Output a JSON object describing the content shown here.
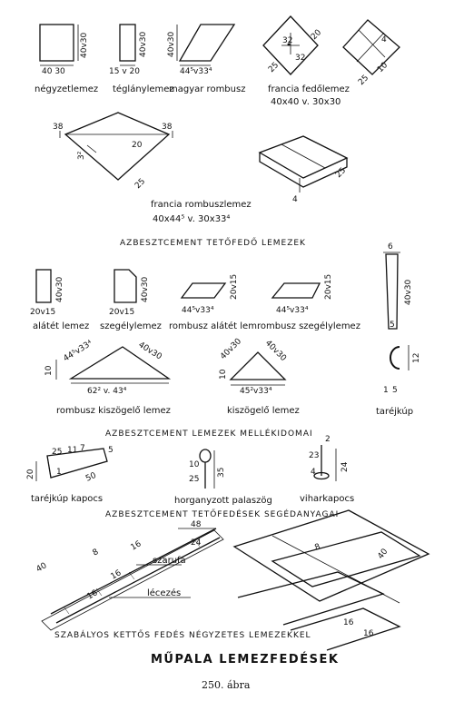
{
  "sections": {
    "tile_heading": "AZBESZTCEMENT TETŐFEDŐ LEMEZEK",
    "accessory_heading": "AZBESZTCEMENT LEMEZEK MELLÉKIDOMAI",
    "material_heading": "AZBESZTCEMENT TETŐFEDÉSEK SEGÉDANYAGAI",
    "roof_caption": "SZABÁLYOS KETTŐS FEDÉS NÉGYZETES LEMEZEKKEL",
    "main_title": "MŰPALA LEMEZFEDÉSEK",
    "figure_number": "250. ábra"
  },
  "labels": {
    "square": "négyzetlemez",
    "rect": "téglánylemez",
    "rhombus": "magyar rombusz",
    "french1": "francia fedőlemez",
    "french1_size": "40x40 v. 30x30",
    "french2": "francia rombuszlemez",
    "french2_size": "40x44⁵ v. 30x33⁴",
    "alatet": "alátét lemez",
    "szegely": "szegélylemez",
    "rombalatet": "rombusz alátét lem.",
    "rombszegely": "rombusz szegélylemez",
    "rombkisz": "rombusz kiszögelő lemez",
    "kisz": "kiszögelő lemez",
    "tarejkup": "taréjkúp",
    "kapocs": "taréjkúp kapocs",
    "szog": "horganyzott palaszög",
    "vihar": "viharkapocs",
    "szarufa": "szarufa",
    "lecezes": "lécezés"
  },
  "dims": {
    "sq_w": "40 30",
    "sq_h": "40v30",
    "re_w": "15 v 20",
    "re_h": "40v30",
    "rh_w": "44⁵v33⁴",
    "rh_h": "40v30",
    "f1_a": "32",
    "f1_b": "32",
    "f1_c": "20",
    "f1_d": "25",
    "f1_e": "4",
    "f1_f": "10",
    "f1_g": "25",
    "f2_a": "38",
    "f2_b": "38",
    "f2_c": "20",
    "f2_d": "3²",
    "f2_e": "25",
    "f2_f": "4",
    "f2_g": "25",
    "al_w": "20v15",
    "al_h": "40v30",
    "sz_w": "20v15",
    "sz_h": "40v30",
    "ra_w": "44⁵v33⁴",
    "ra_h": "20v15",
    "rs_w": "44⁵v33⁴",
    "rs_h": "20v15",
    "tk_h": "40v30",
    "tk_top": "6",
    "tk_bot": "5",
    "rk_a": "44⁵v33⁴",
    "rk_b": "40v30",
    "rk_c": "62² v. 43⁴",
    "rk_d": "10",
    "kl_a": "40v30",
    "kl_b": "40v30",
    "kl_c": "45²v33⁴",
    "kl_d": "10",
    "tr_a": "12",
    "tr_b": "1",
    "tr_c": "5",
    "kp_a": "25",
    "kp_b": "11",
    "kp_c": "7",
    "kp_d": "5",
    "kp_e": "20",
    "kp_f": "50",
    "kp_g": "1",
    "sg_a": "10",
    "sg_b": "25",
    "sg_c": "35",
    "vk_a": "2",
    "vk_b": "23",
    "vk_c": "24",
    "vk_d": "4",
    "rf_a": "48",
    "rf_b": "24",
    "rf_c": "40",
    "rf_d": "8",
    "rf_e": "16",
    "rf_f": "16",
    "rf_g": "16",
    "rt_a": "8",
    "rt_b": "40",
    "rt_c": "16",
    "rt_d": "16"
  }
}
